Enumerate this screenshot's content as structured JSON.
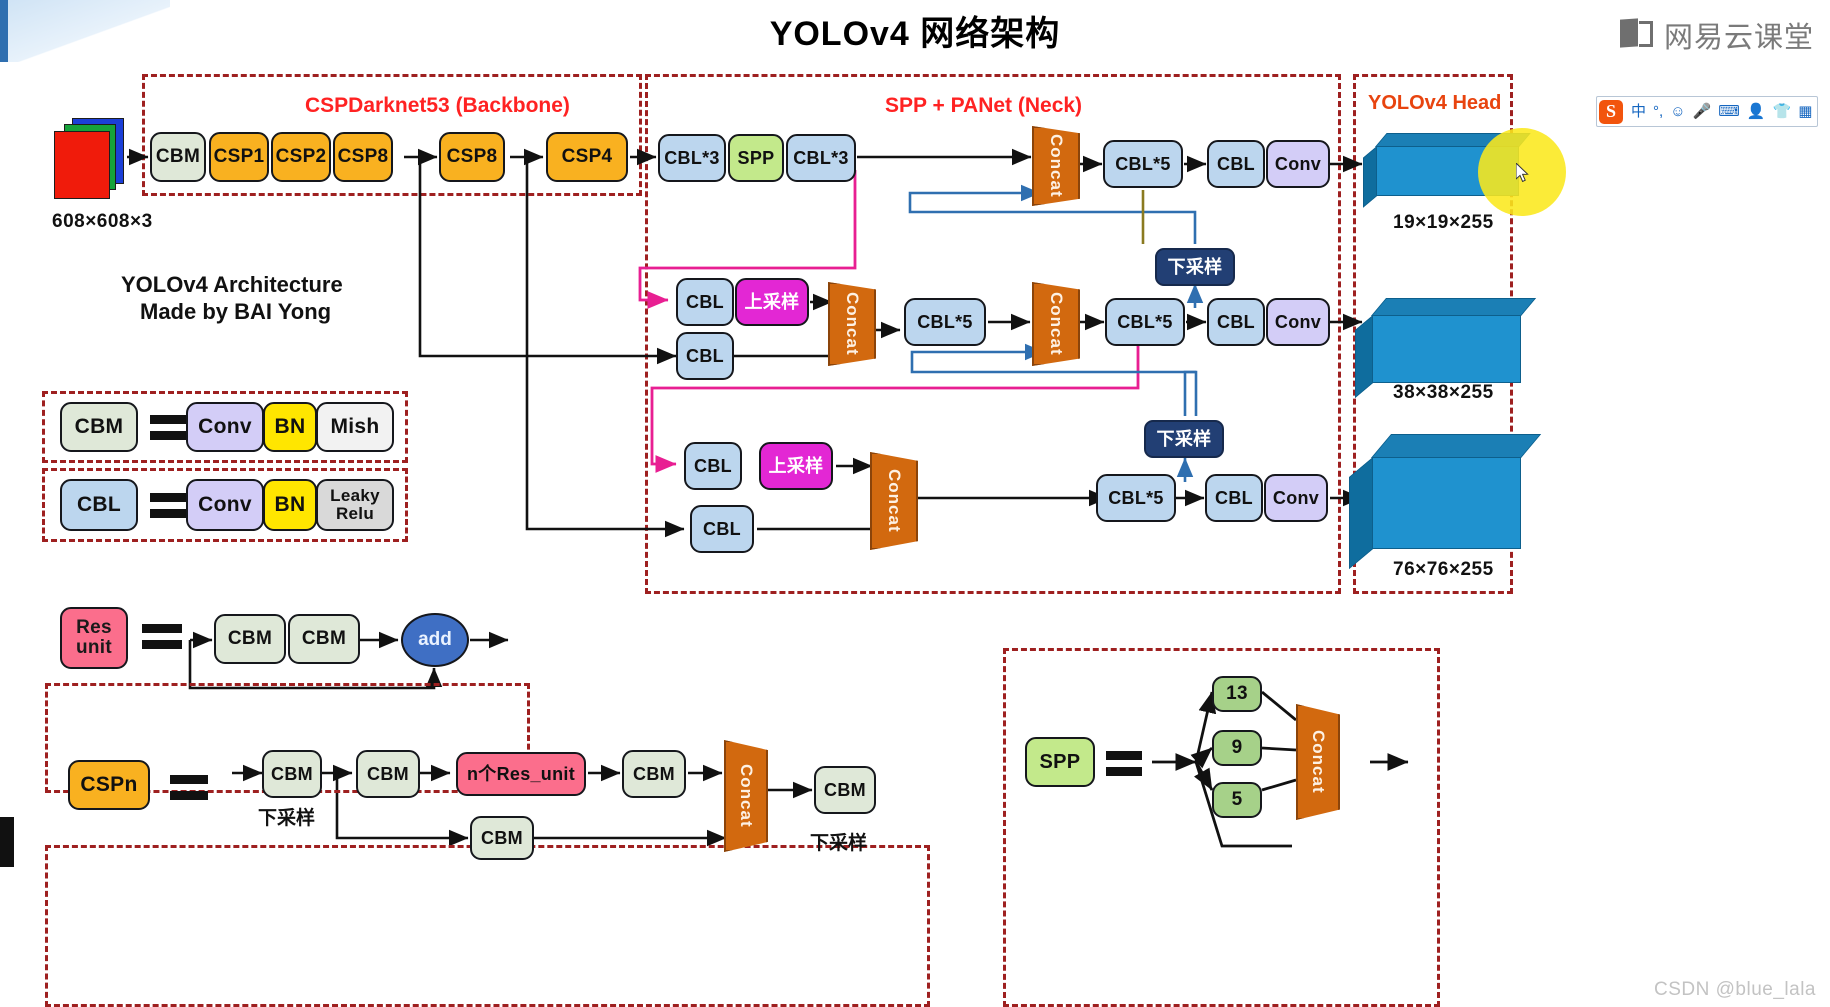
{
  "title": "YOLOv4 网络架构",
  "brand": {
    "name": "网易云课堂",
    "icon": "book-icon"
  },
  "watermark": "CSDN @blue_lala",
  "sections": {
    "backbone_label": "CSPDarknet53 (Backbone)",
    "neck_label": "SPP + PANet (Neck)",
    "head_label": "YOLOv4 Head"
  },
  "input": {
    "dims": "608×608×3"
  },
  "credit": {
    "line1": "YOLOv4 Architecture",
    "line2": "Made by BAI Yong"
  },
  "backbone": {
    "nodes": [
      "CBM",
      "CSP1",
      "CSP2",
      "CSP8",
      "CSP8",
      "CSP4"
    ]
  },
  "neck": {
    "row1": [
      "CBL*3",
      "SPP",
      "CBL*3",
      "Concat",
      "CBL*5",
      "CBL",
      "Conv"
    ],
    "row2_left": [
      "CBL",
      "上采样"
    ],
    "row2_skip": "CBL",
    "row2_mid": [
      "Concat",
      "CBL*5",
      "Concat",
      "CBL*5",
      "CBL",
      "Conv"
    ],
    "row3_left": [
      "CBL",
      "上采样"
    ],
    "row3_skip": "CBL",
    "row3_mid": [
      "Concat",
      "CBL*5",
      "CBL",
      "Conv"
    ],
    "downsample_1": "下采样",
    "downsample_2": "下采样"
  },
  "head": {
    "outputs": [
      {
        "dims": "19×19×255"
      },
      {
        "dims": "38×38×255"
      },
      {
        "dims": "76×76×255"
      }
    ]
  },
  "legends": {
    "cbm": {
      "name": "CBM",
      "parts": [
        "Conv",
        "BN",
        "Mish"
      ]
    },
    "cbl": {
      "name": "CBL",
      "parts": [
        "Conv",
        "BN",
        "Leaky Relu"
      ]
    },
    "res_unit": {
      "name": "Res unit",
      "parts": [
        "CBM",
        "CBM"
      ],
      "op": "add"
    },
    "cspn": {
      "name": "CSPn",
      "main": [
        "CBM",
        "CBM",
        "n个Res_unit",
        "CBM"
      ],
      "branch": "CBM",
      "concat": "Concat",
      "tail": "CBM",
      "note1": "下采样",
      "note2": "下采样"
    },
    "spp": {
      "name": "SPP",
      "kernels": [
        "13",
        "9",
        "5"
      ],
      "concat": "Concat"
    }
  },
  "ime": {
    "logo": "S",
    "items": [
      "中",
      "°,",
      "☺",
      "🎤",
      "⌨",
      "👤",
      "👕",
      "▦"
    ]
  }
}
